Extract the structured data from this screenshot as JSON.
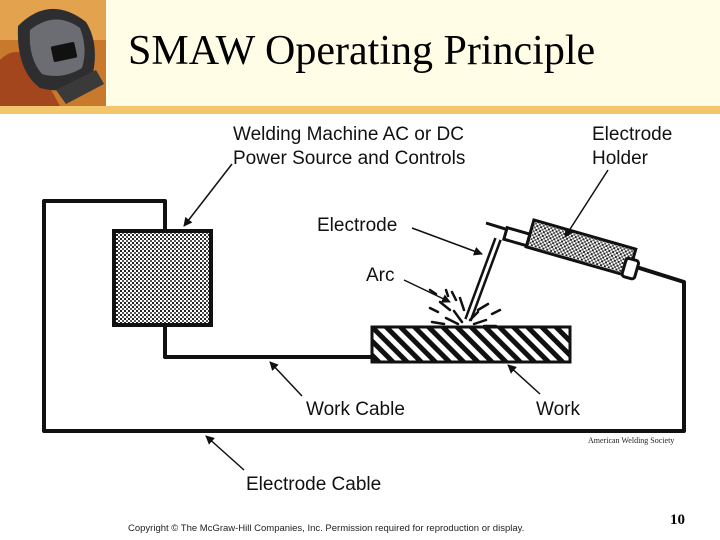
{
  "slide": {
    "title": "SMAW Operating Principle",
    "page_number": "10",
    "copyright": "Copyright © The McGraw-Hill Companies, Inc.  Permission required for reproduction or display."
  },
  "header": {
    "logo_icon": "welder-helmet-icon"
  },
  "diagram": {
    "labels": {
      "power_source_line1": "Welding Machine AC or DC",
      "power_source_line2": "Power Source and Controls",
      "holder_line1": "Electrode",
      "holder_line2": "Holder",
      "electrode": "Electrode",
      "arc": "Arc",
      "work_cable": "Work Cable",
      "work": "Work",
      "electrode_cable": "Electrode Cable",
      "credit": "American Welding Society"
    }
  },
  "colors": {
    "header_background": "#fffde6",
    "header_rule": "#f2c66b"
  }
}
